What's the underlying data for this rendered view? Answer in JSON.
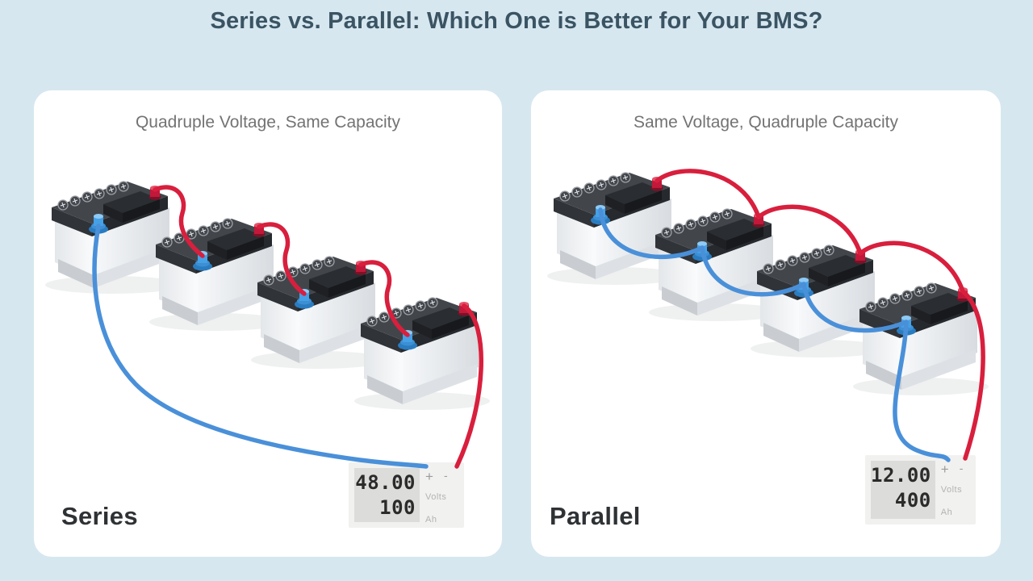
{
  "page": {
    "title": "Series vs. Parallel: Which One is Better for Your BMS?"
  },
  "series_panel": {
    "subtitle": "Quadruple Voltage, Same Capacity",
    "label": "Series",
    "connection_type": "series",
    "battery_count": 4,
    "meter": {
      "voltage_value": "48.00",
      "voltage_unit": "Volts",
      "capacity_value": "100",
      "capacity_unit": "Ah",
      "positive_symbol": "+",
      "negative_symbol": "-"
    }
  },
  "parallel_panel": {
    "subtitle": "Same Voltage, Quadruple Capacity",
    "label": "Parallel",
    "connection_type": "parallel",
    "battery_count": 4,
    "meter": {
      "voltage_value": "12.00",
      "voltage_unit": "Volts",
      "capacity_value": "400",
      "capacity_unit": "Ah",
      "positive_symbol": "+",
      "negative_symbol": "-"
    }
  },
  "colors": {
    "page_background": "#d7e7f0",
    "panel_background": "#ffffff",
    "title_text": "#3a5463",
    "subtitle_text": "#737373",
    "label_text": "#2f3235",
    "positive_wire": "#d81f3d",
    "negative_wire": "#4a90d9",
    "positive_terminal": "#c2183a",
    "negative_terminal": "#45a0e6",
    "battery_body": "#eef1f3",
    "battery_top": "#42464b",
    "meter_background": "#f1f1ef",
    "meter_display": "#dcdcda",
    "meter_digits": "#2b2b2b",
    "meter_labels": "#b3b3b1"
  }
}
